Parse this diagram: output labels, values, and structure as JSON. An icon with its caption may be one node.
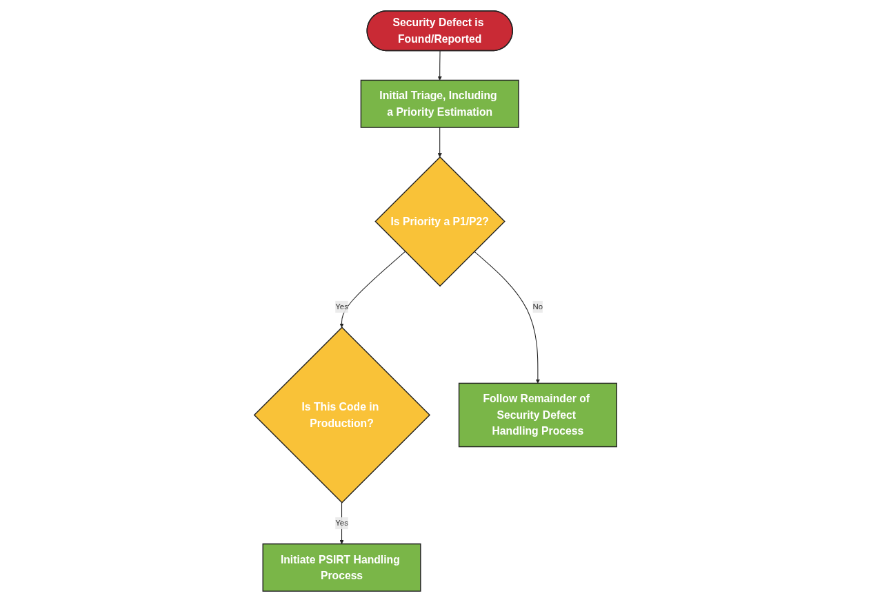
{
  "diagram": {
    "nodes": [
      {
        "text": [
          "Security Defect is Found/Reported"
        ]
      },
      {
        "text": [
          "Initial Triage, Including a Priority Estimation"
        ]
      },
      {
        "text": [
          "Is Priority a P1/P2?"
        ]
      },
      {
        "text": [
          "Is This Code in Production?"
        ]
      },
      {
        "text": [
          "Follow Remainder of Security Defect Handling Process"
        ]
      },
      {
        "text": [
          "Initiate PSIRT Handling Process"
        ]
      }
    ],
    "edges": [
      {
        "from": 0,
        "to": 1,
        "arrow": "to"
      },
      {
        "from": 1,
        "to": 2,
        "arrow": "to"
      },
      {
        "from": 2,
        "to": 3,
        "arrow": "to",
        "label": "Yes"
      },
      {
        "from": 2,
        "to": 4,
        "arrow": "to",
        "label": "No"
      },
      {
        "from": 3,
        "to": 5,
        "arrow": "to",
        "label": "Yes"
      }
    ]
  }
}
